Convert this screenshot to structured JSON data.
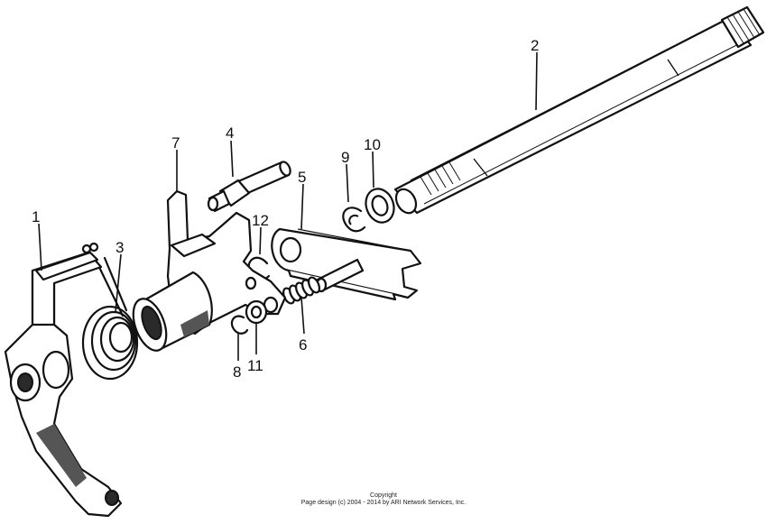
{
  "callouts": [
    {
      "id": "1",
      "label": "1"
    },
    {
      "id": "2",
      "label": "2"
    },
    {
      "id": "3",
      "label": "3"
    },
    {
      "id": "4",
      "label": "4"
    },
    {
      "id": "5",
      "label": "5"
    },
    {
      "id": "6",
      "label": "6"
    },
    {
      "id": "7",
      "label": "7"
    },
    {
      "id": "8",
      "label": "8"
    },
    {
      "id": "9",
      "label": "9"
    },
    {
      "id": "10",
      "label": "10"
    },
    {
      "id": "11",
      "label": "11"
    },
    {
      "id": "12",
      "label": "12"
    }
  ],
  "footer": {
    "line1": "Copyright",
    "line2": "Page design (c) 2004 - 2014 by ARI Network Services, Inc."
  }
}
